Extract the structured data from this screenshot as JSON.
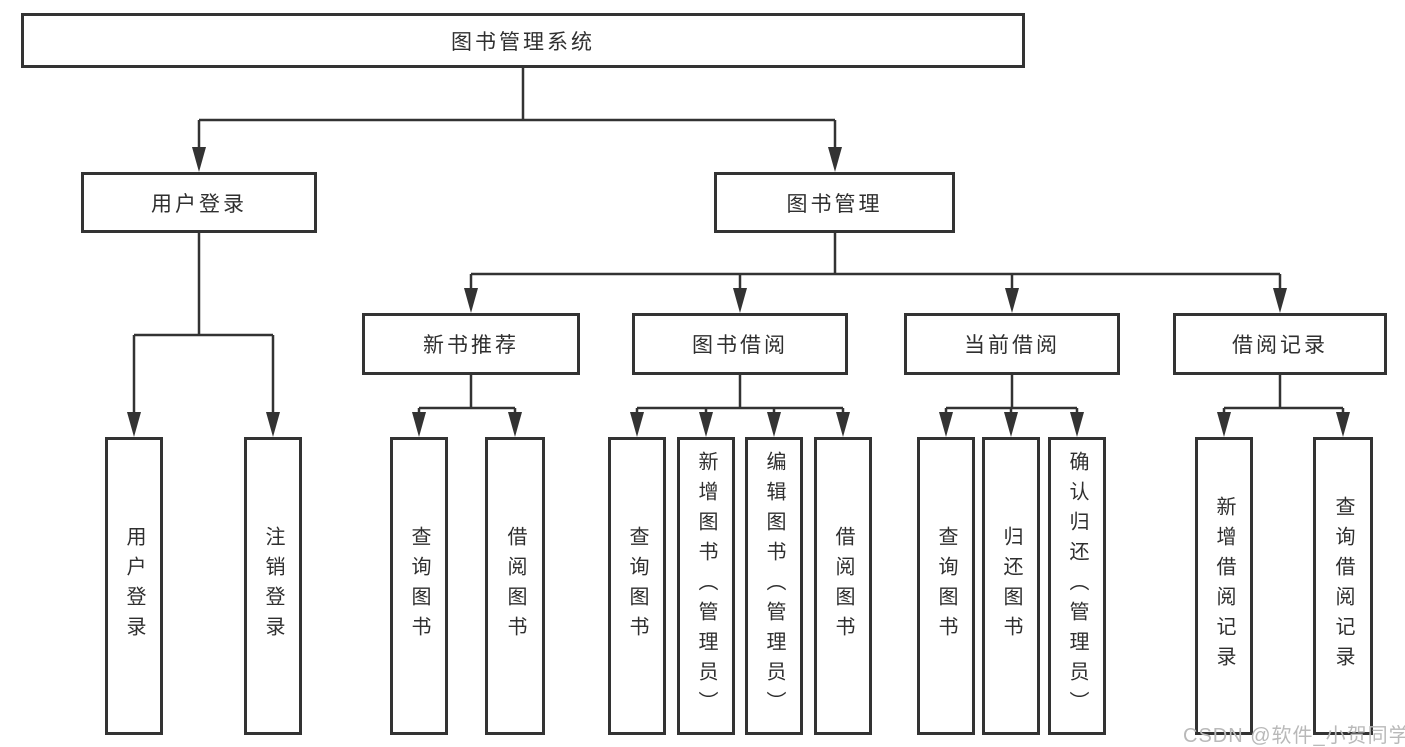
{
  "colors": {
    "line": "#333333",
    "box_border": "#333333",
    "text": "#2f2f2f",
    "background": "#ffffff",
    "watermark": "#b9b9b9"
  },
  "watermark": "CSDN @软件_小贺同学",
  "tree": {
    "root": {
      "label": "图书管理系统"
    },
    "branches": [
      {
        "label": "用户登录",
        "children": [
          {
            "label": "用户登录"
          },
          {
            "label": "注销登录"
          }
        ]
      },
      {
        "label": "图书管理",
        "children": [
          {
            "label": "新书推荐",
            "children": [
              {
                "label": "查询图书"
              },
              {
                "label": "借阅图书"
              }
            ]
          },
          {
            "label": "图书借阅",
            "children": [
              {
                "label": "查询图书"
              },
              {
                "label": "新增图书（管理员）"
              },
              {
                "label": "编辑图书（管理员）"
              },
              {
                "label": "借阅图书"
              }
            ]
          },
          {
            "label": "当前借阅",
            "children": [
              {
                "label": "查询图书"
              },
              {
                "label": "归还图书"
              },
              {
                "label": "确认归还（管理员）"
              }
            ]
          },
          {
            "label": "借阅记录",
            "children": [
              {
                "label": "新增借阅记录"
              },
              {
                "label": "查询借阅记录"
              }
            ]
          }
        ]
      }
    ]
  }
}
